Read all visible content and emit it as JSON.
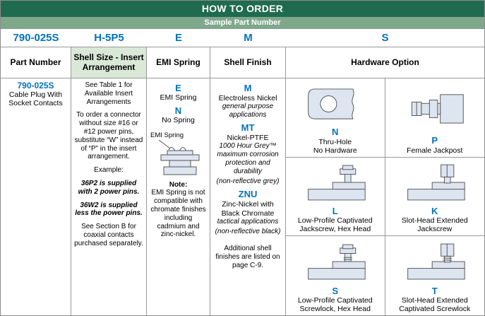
{
  "colors": {
    "dark_green": "#1f6b4f",
    "mid_green": "#7fa78c",
    "light_green": "#d9e8d7",
    "accent_blue": "#0072bc"
  },
  "title": "HOW TO ORDER",
  "sample_bar": "Sample Part Number",
  "sample_values": {
    "part_number": "790-025S",
    "shell_size": "H-5P5",
    "emi_spring": "E",
    "shell_finish": "M",
    "hardware": "S"
  },
  "headers": {
    "part_number": "Part Number",
    "shell_size": "Shell Size - Insert Arrangement",
    "emi_spring": "EMI Spring",
    "shell_finish": "Shell Finish",
    "hardware": "Hardware Option"
  },
  "part_number": {
    "code": "790-025S",
    "desc": "Cable Plug With Socket Contacts"
  },
  "shell_size": {
    "paragraphs": [
      "See Table 1 for Available Insert Arrangements",
      "To order a connector without size #16 or #12 power pins, substitute “W” instead of “P” in the insert arrangement.",
      "Example:",
      "36P2 is supplied with 2 power pins.",
      "36W2 is supplied less the power pins.",
      "See Section B for coaxial contacts purchased separately."
    ]
  },
  "emi_spring": {
    "options": [
      {
        "code": "E",
        "label": "EMI Spring"
      },
      {
        "code": "N",
        "label": "No Spring"
      }
    ],
    "diagram_label": "EMI Spring",
    "note_title": "Note:",
    "note": "EMI Spring is not compatible with chromate finishes including cadmium and zinc-nickel."
  },
  "shell_finish": {
    "finishes": [
      {
        "code": "M",
        "name": "Electroless Nickel",
        "desc": "general purpose applications",
        "note": ""
      },
      {
        "code": "MT",
        "name": "Nickel-PTFE",
        "desc": "1000 Hour Grey™ maximum corrosion protection and durability",
        "note": "(non-reflective grey)"
      },
      {
        "code": "ZNU",
        "name": "Zinc-Nickel with Black Chromate",
        "desc": "tactical applications",
        "note": "(non-reflective black)"
      }
    ],
    "footer": "Additional shell finishes are listed on page C-9."
  },
  "hardware": {
    "options": [
      {
        "code": "N",
        "label": "Thru-Hole\nNo Hardware"
      },
      {
        "code": "P",
        "label": "Female Jackpost"
      },
      {
        "code": "L",
        "label": "Low-Profile Captivated\nJackscrew, Hex Head"
      },
      {
        "code": "K",
        "label": "Slot-Head Extended\nJackscrew"
      },
      {
        "code": "S",
        "label": "Low-Profile Captivated\nScrewlock, Hex Head"
      },
      {
        "code": "T",
        "label": "Slot-Head Extended\nCaptivated Screwlock"
      }
    ]
  }
}
